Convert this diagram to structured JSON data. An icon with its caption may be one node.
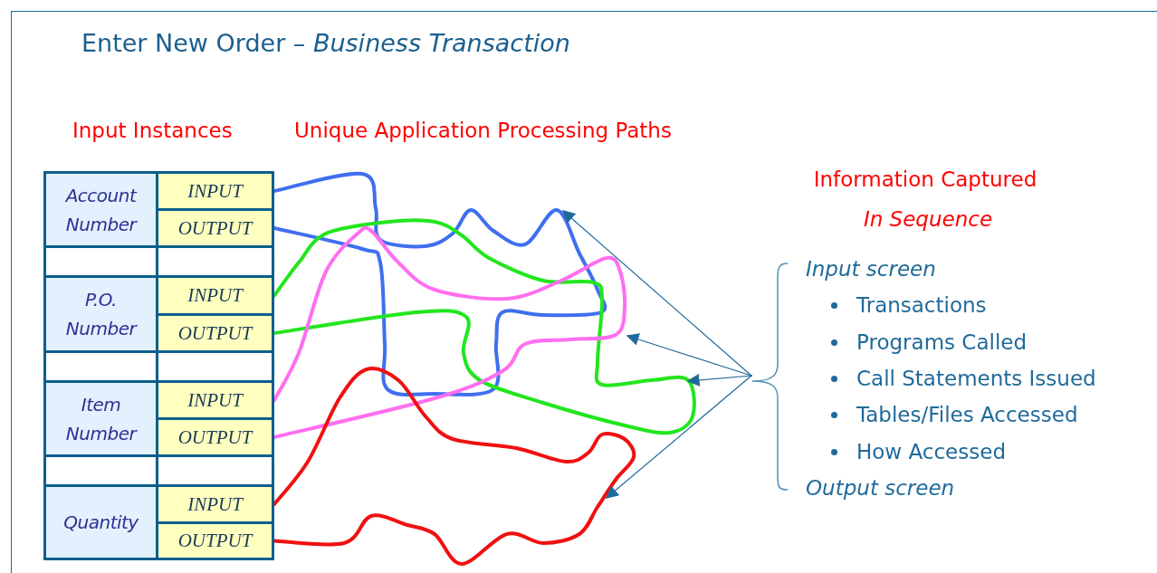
{
  "diagram": {
    "title": "Enter New Order – *Business Transaction*",
    "nodes": [
      {
        "text": [
          "Account Number"
        ]
      },
      {
        "text": [
          "INPUT"
        ]
      },
      {
        "text": [
          "OUTPUT"
        ]
      },
      {
        "text": [],
        "shape": "box"
      },
      {
        "text": [],
        "shape": "box"
      },
      {
        "text": [
          "P.O. Number"
        ]
      },
      {
        "text": [
          "INPUT"
        ]
      },
      {
        "text": [
          "OUTPUT"
        ]
      },
      {
        "text": [],
        "shape": "box"
      },
      {
        "text": [],
        "shape": "box"
      },
      {
        "text": [
          "Item Number"
        ]
      },
      {
        "text": [
          "INPUT"
        ]
      },
      {
        "text": [
          "OUTPUT"
        ]
      },
      {
        "text": [],
        "shape": "box"
      },
      {
        "text": [],
        "shape": "box"
      },
      {
        "text": [
          "Quantity"
        ]
      },
      {
        "text": [
          "INPUT"
        ]
      },
      {
        "text": [
          "OUTPUT"
        ]
      },
      {
        "text": [
          "Input screen",
          "Transactions",
          "Programs Called",
          "Call Statements Issued",
          "Tables/Files Accessed",
          "How Accessed",
          "Output screen"
        ]
      }
    ],
    "edges": [
      {
        "from": 1,
        "to": 2,
        "arrow": "none",
        "style": "thick",
        "color": "#3f6ff0"
      },
      {
        "from": 6,
        "to": 7,
        "arrow": "none",
        "style": "thick",
        "color": "#22e61e"
      },
      {
        "from": 11,
        "to": 12,
        "arrow": "none",
        "style": "thick",
        "color": "#ff6ef0"
      },
      {
        "from": 16,
        "to": 17,
        "arrow": "none",
        "style": "thick",
        "color": "#f01010"
      },
      {
        "from": 18,
        "to": null,
        "arrow": "to"
      },
      {
        "from": 18,
        "to": null,
        "arrow": "to"
      },
      {
        "from": 18,
        "to": null,
        "arrow": "to"
      },
      {
        "from": 18,
        "to": null,
        "arrow": "to"
      }
    ],
    "labels": [
      "Input Instances",
      "Unique Application Processing Paths",
      "Information Captured",
      "In Sequence"
    ]
  }
}
